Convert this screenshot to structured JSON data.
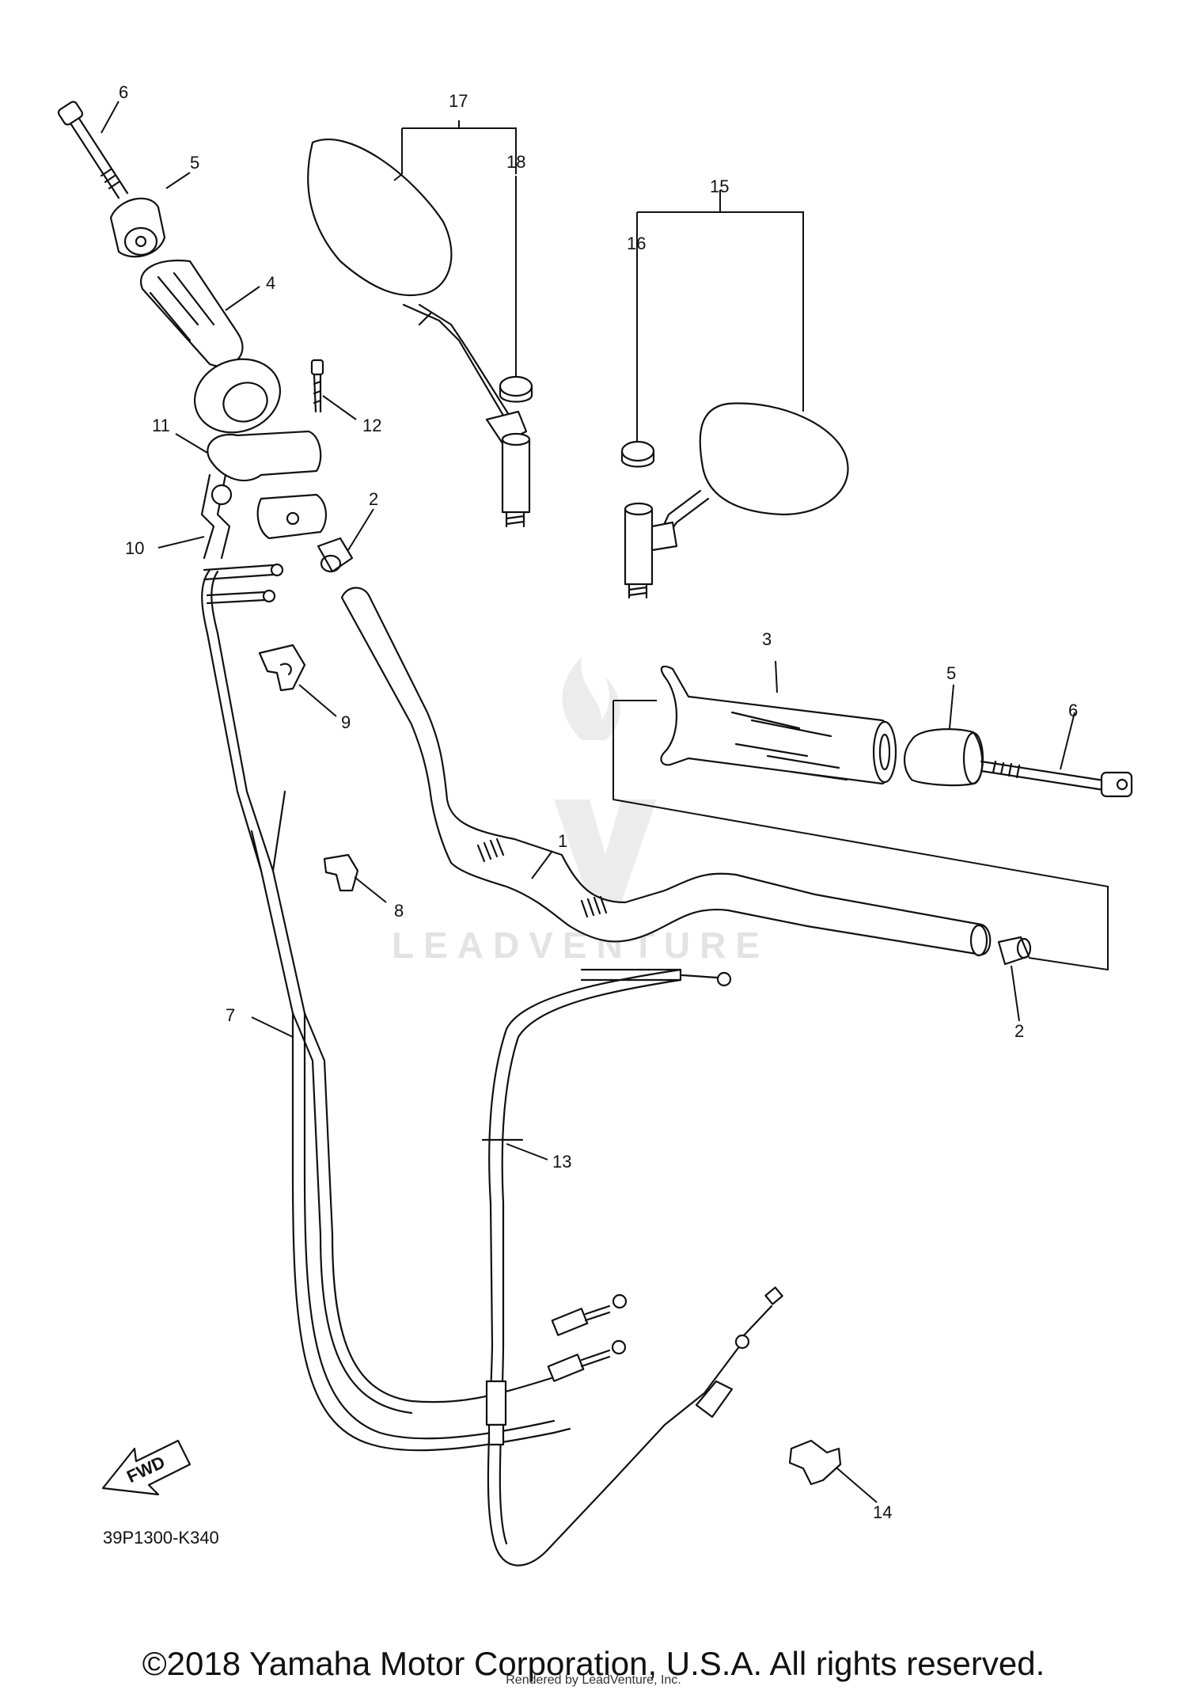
{
  "callouts": {
    "c1": "1",
    "c2a": "2",
    "c2b": "2",
    "c3": "3",
    "c4": "4",
    "c5a": "5",
    "c5b": "5",
    "c6a": "6",
    "c6b": "6",
    "c7": "7",
    "c8": "8",
    "c9": "9",
    "c10": "10",
    "c11": "11",
    "c12": "12",
    "c13": "13",
    "c14": "14",
    "c15": "15",
    "c16": "16",
    "c17": "17",
    "c18": "18"
  },
  "fwd_label": "FWD",
  "diagram_code": "39P1300-K340",
  "watermark": "LEADVENTURE",
  "copyright": "©2018 Yamaha Motor Corporation, U.S.A. All rights reserved.",
  "rendered_by": "Rendered by LeadVenture, Inc."
}
